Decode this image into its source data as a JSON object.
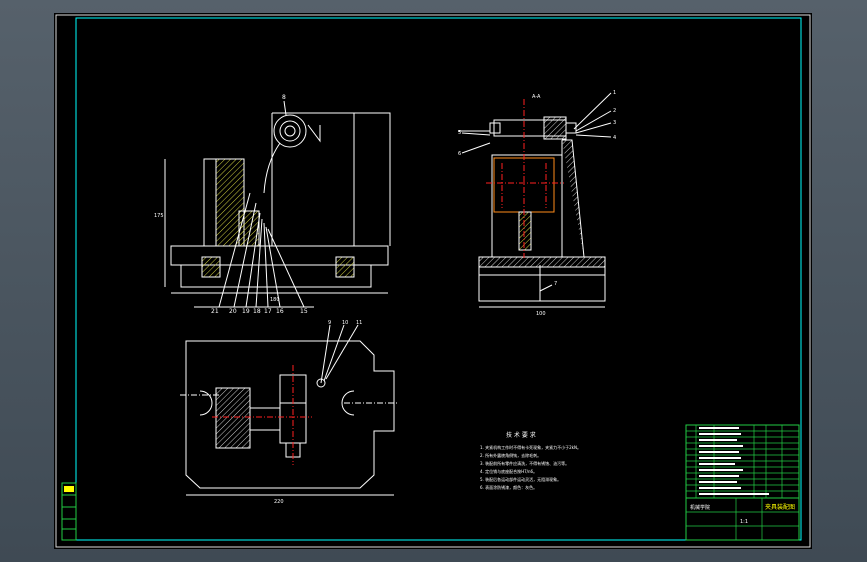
{
  "drawing": {
    "tech_req_title": "技 术 要 求",
    "tech_req_items": [
      "1. 夹紧机构工作时不得有卡死现象，夹紧力不小于2kN。",
      "2. 所有外露棱角倒钝，去除毛刺。",
      "3. 装配前所有零件应清洗，不得有锈蚀、油污等。",
      "4. 定位销与底座配合按H7/n6。",
      "5. 装配后各运动部件运动灵活，无阻滞现象。",
      "6. 表面涂防锈漆，颜色：灰色。"
    ],
    "side_view_label": "A-A",
    "dims": {
      "front_height": "175",
      "front_width": "180",
      "side_base": "100",
      "plan_width": "220"
    },
    "leaders_front": [
      "21",
      "20",
      "19",
      "18",
      "17",
      "16",
      "15"
    ],
    "leaders_top": [
      "8"
    ],
    "leaders_side": [
      "1",
      "2",
      "3",
      "4",
      "5",
      "6",
      "7"
    ],
    "leaders_plan": [
      "9",
      "10",
      "11"
    ],
    "title_block": {
      "school": "机械学院",
      "drawing_name": "夹具装配图",
      "scale": "1:1"
    }
  },
  "colors": {
    "sheet": "#000000",
    "line": "#ffffff",
    "border": "#00ffff",
    "center": "#ff2020",
    "hatch": "#cfcf40",
    "part": "#ff8c1a",
    "table": "#22cc44"
  }
}
